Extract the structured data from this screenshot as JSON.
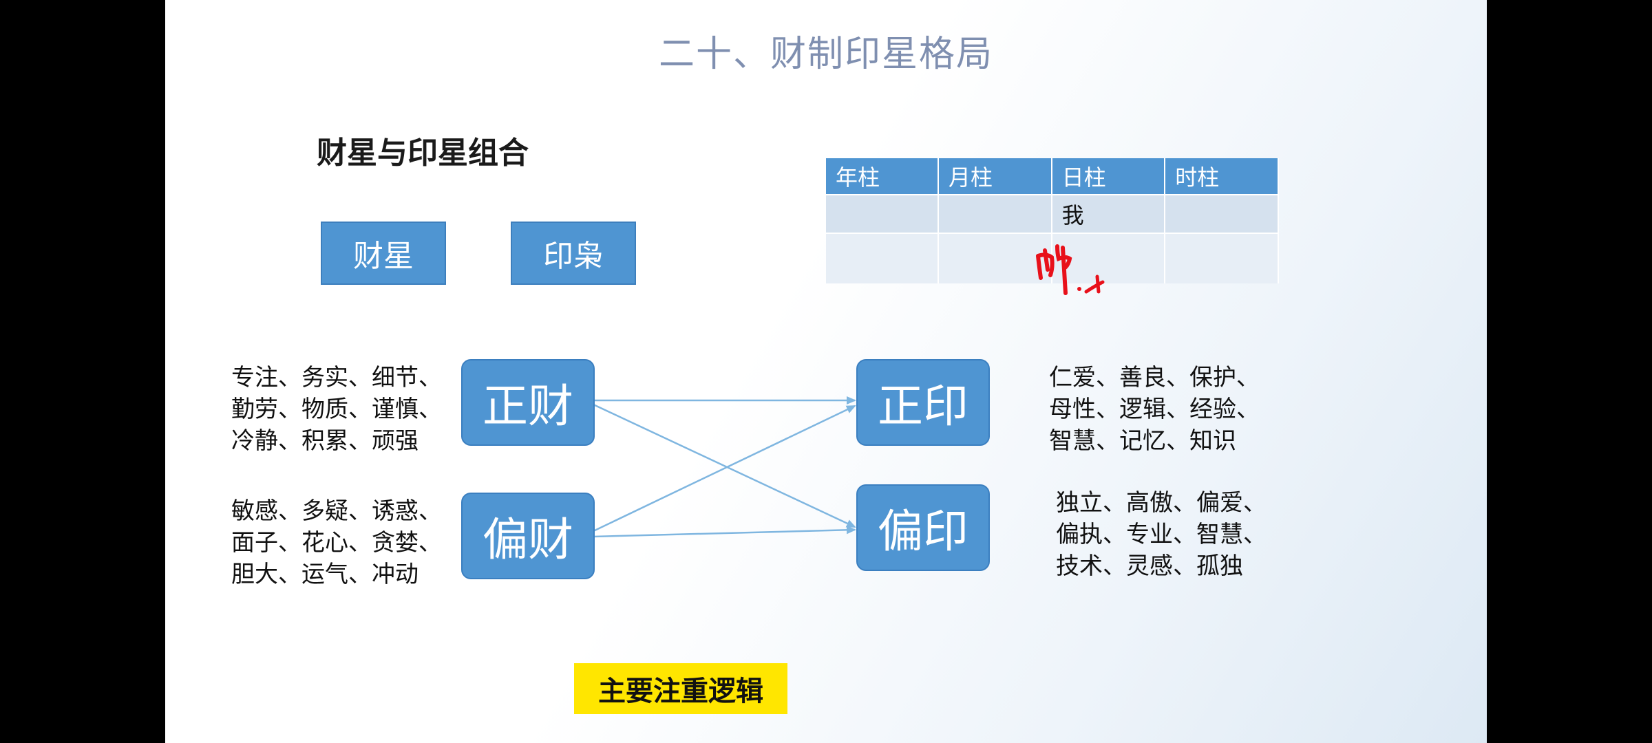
{
  "slide": {
    "title": "二十、财制印星格局",
    "subtitle": "财星与印星组合",
    "header_boxes": [
      "财星",
      "印枭"
    ],
    "footer_note": "主要注重逻辑"
  },
  "nodes": {
    "zhengcai": {
      "label": "正财",
      "traits": [
        "专注、务实、细节、",
        "勤劳、物质、谨慎、",
        "冷静、积累、顽强"
      ]
    },
    "piancai": {
      "label": "偏财",
      "traits": [
        "敏感、多疑、诱惑、",
        "面子、花心、贪婪、",
        "胆大、运气、冲动"
      ]
    },
    "zhengyin": {
      "label": "正印",
      "traits": [
        "仁爱、善良、保护、",
        "母性、逻辑、经验、",
        "智慧、记忆、知识"
      ]
    },
    "pianyin": {
      "label": "偏印",
      "traits": [
        "独立、高傲、偏爱、",
        "偏执、专业、智慧、",
        "技术、灵感、孤独"
      ]
    }
  },
  "pillar_table": {
    "headers": [
      "年柱",
      "月柱",
      "日柱",
      "时柱"
    ],
    "rows": [
      [
        "",
        "",
        "我",
        ""
      ],
      [
        "",
        "",
        "",
        ""
      ]
    ]
  },
  "colors": {
    "node_blue": "#4f95d2",
    "arrow": "#7fb6e0",
    "footer_highlight": "#ffe600",
    "handwriting": "#e8101a"
  }
}
